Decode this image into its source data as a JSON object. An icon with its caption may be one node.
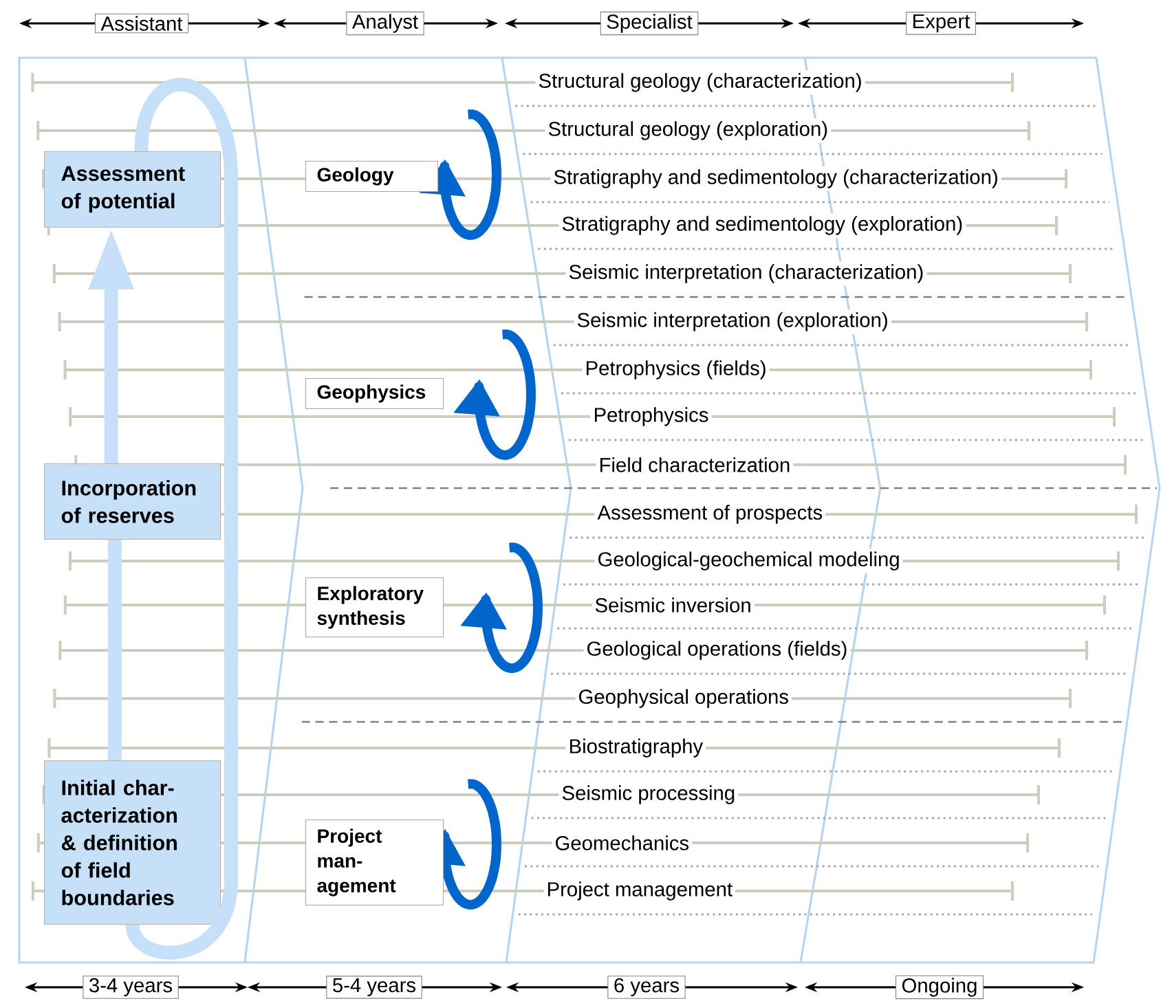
{
  "diagram": {
    "nodes": [
      {
        "text": [
          "Assessment of potential"
        ]
      },
      {
        "text": [
          "Incorporation of reserves"
        ]
      },
      {
        "text": [
          "Initial char-acterization & definition of field boundaries"
        ]
      },
      {
        "text": [
          "Geology"
        ]
      },
      {
        "text": [
          "Geophysics"
        ]
      },
      {
        "text": [
          "Exploratory synthesis"
        ]
      },
      {
        "text": [
          "Project man-agement"
        ]
      }
    ],
    "edges": [
      {
        "from": 1,
        "to": 0,
        "arrow": "to"
      },
      {
        "from": 0,
        "to": 2,
        "arrow": "none"
      },
      {
        "from": 2,
        "to": 1,
        "arrow": "none"
      }
    ],
    "labels": [
      "Assistant",
      "Analyst",
      "Specialist",
      "Expert",
      "Structural geology (characterization)",
      "Structural geology (exploration)",
      "Stratigraphy and sedimentology (characterization)",
      "Stratigraphy and sedimentology (exploration)",
      "Seismic interpretation (characterization)",
      "Seismic interpretation (exploration)",
      "Petrophysics (fields)",
      "Petrophysics",
      "Field characterization",
      "Assessment of prospects",
      "Geological-geochemical modeling",
      "Seismic inversion",
      "Geological operations (fields)",
      "Geophysical operations",
      "Biostratigraphy",
      "Seismic processing",
      "Geomechanics",
      "Project management",
      "3-4 years",
      "5-4 years",
      "6 years",
      "Ongoing"
    ]
  }
}
